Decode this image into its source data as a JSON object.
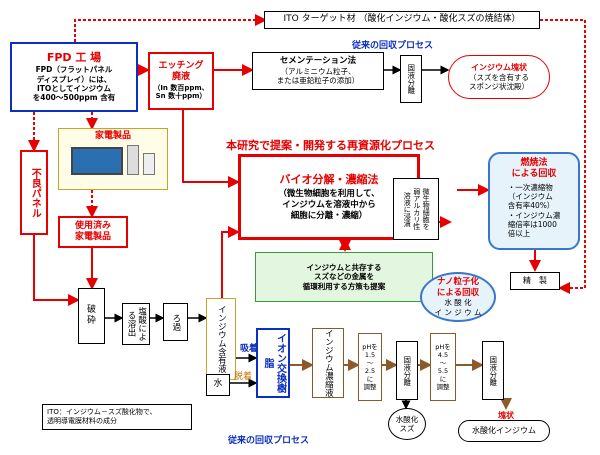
{
  "top_title": "ITO ターゲット材 （酸化インジウム・酸化スズの焼結体）",
  "fpd": {
    "title": "FPD 工 場",
    "body": "FPD（フラットパネル\nディスプレイ）には、\nITOとしてインジウム\nを400～500ppm 含有"
  },
  "etching": {
    "title": "エッチング\n廃液",
    "body": "（In 数百ppm、\nSn 数十ppm）"
  },
  "old_label_top": "従来の回収プロセス",
  "cementation": {
    "title": "セメンテーション法",
    "body": "（アルミニウム粒子、\nまたは亜鉛粒子の添加）"
  },
  "solid_sep_top": "固液分離",
  "indium_sponge": {
    "title": "インジウム塊状",
    "body": "（スズを含有する\nスポンジ状沈殿）"
  },
  "appliances": "家電製品",
  "defect": "不良パネル",
  "used": "使用済み\n家電製品",
  "new_label": "本研究で提案・開発する再資源化プロセス",
  "bio": {
    "title": "バイオ分解・濃縮法",
    "body": "（微生物細胞を利用して、\nインジウムを溶液中から\n細胞に分離・濃縮）"
  },
  "weak_alkali": "微生物細胞を\n弱アルカリ性\n溶液に浸漬",
  "coexist": "インジウムと共存する\nスズなどの金属を\n循環利用する方策も提案",
  "combustion": {
    "title": "燃焼法\nによる回収",
    "body": "・一次濃縮物\n（インジウム\n含有率40%）\n・インジウム濃\n縮倍率は1000\n倍以上"
  },
  "refine": "精　製",
  "nano": {
    "title": "ナノ粒子化\nによる回収",
    "body": "水 酸 化\nイ ン ジ ウ ム"
  },
  "crush": "破\n砕",
  "hcl": "塩酸による溶出",
  "filter": "ろ過",
  "indium_sol": "インジウム含有液",
  "adsorb": "吸着",
  "desorb": "脱着",
  "water": "水",
  "ion_exchange": "イオン交換樹脂",
  "concentrate": "インジウム濃縮液",
  "ph1": "pHを\n1.5\n～\n2.5\nに\n調整",
  "solid_sep1": "固液分離",
  "tin_hydroxide": "水酸化\nスズ",
  "ph2": "pHを\n4.5\n～\n5.5\nに\n調整",
  "solid_sep2": "固液分離",
  "block_label": "塊状",
  "in_hydroxide": "水酸化インジウム",
  "old_label_bottom": "従来の回収プロセス",
  "note": "ITO：インジウム－スズ酸化物で、\n透明導電膜材料の成分",
  "colors": {
    "red": "#e60000",
    "blue": "#0b2fbf",
    "brown": "#8a5a2b",
    "gold": "#c9a227",
    "green_fill": "#e3f6df",
    "blue_fill": "#e6f3fb"
  }
}
